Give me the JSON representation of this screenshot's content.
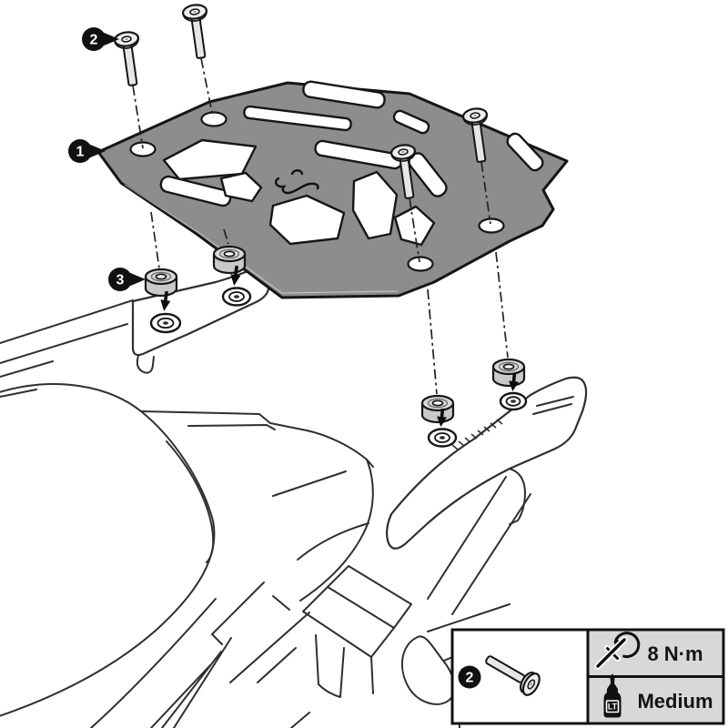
{
  "diagram": {
    "kind": "exploded assembly instruction",
    "callouts": [
      {
        "number": "1",
        "part": "luggage-plate"
      },
      {
        "number": "2",
        "part": "countersunk-screw"
      },
      {
        "number": "3",
        "part": "spacer-bushing"
      }
    ],
    "legend": {
      "part_number": "2",
      "rows": [
        {
          "icon": "no-power-screwdriver-icon",
          "value": "8 N·m"
        },
        {
          "icon": "threadlocker-bottle-icon",
          "bottle_label": "LT",
          "value": "Medium"
        }
      ]
    },
    "colors": {
      "plate_gray": "#8d8d8d",
      "spacer_gray": "#c9c9c9",
      "legend_bg": "#d8d8d8",
      "line": "#2f2f2f",
      "callout_bg": "#111111",
      "callout_text": "#ffffff"
    }
  }
}
